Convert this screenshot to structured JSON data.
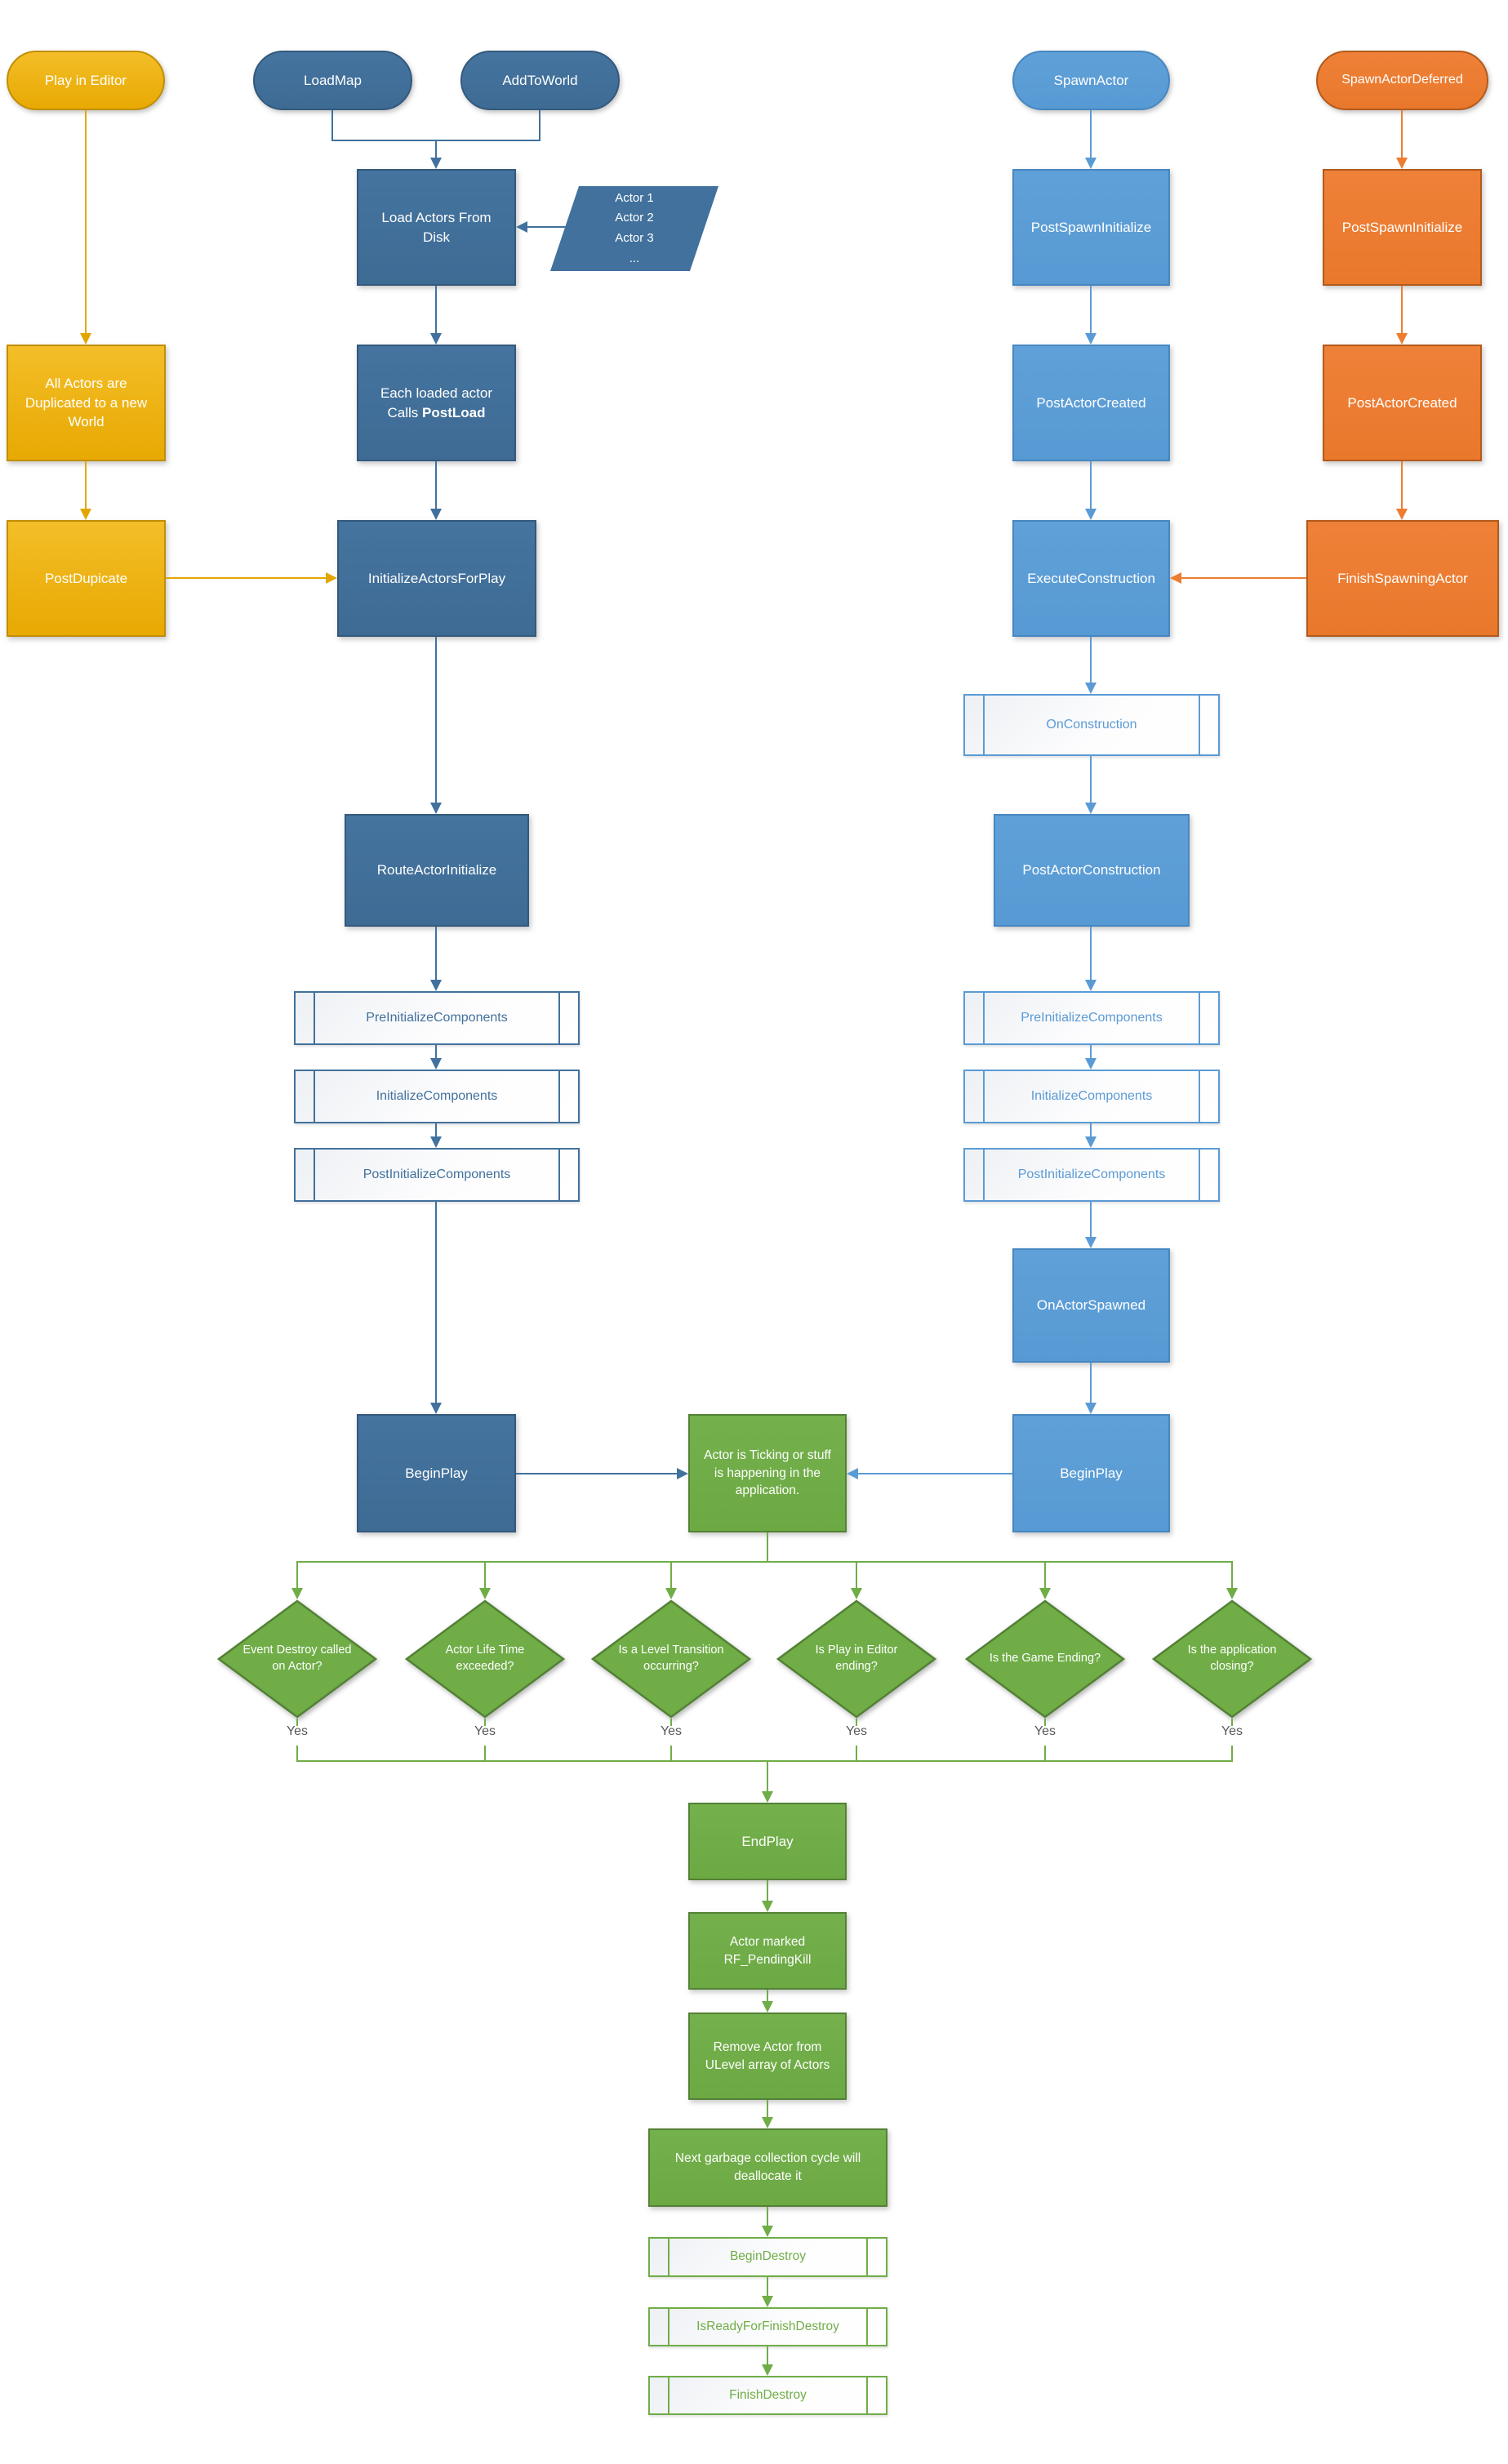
{
  "palette": {
    "background": "#FFFFFF",
    "gold": "#EDB10F",
    "gold_border": "#C08E06",
    "dark_blue": "#41719C",
    "dark_blue_border": "#34597C",
    "light_blue": "#5B9BD5",
    "light_blue_border": "#4787C1",
    "orange": "#ED7D31",
    "orange_border": "#B25A1D",
    "green": "#70AD47",
    "green_border": "#538135",
    "yes_label_color": "#595959"
  },
  "nodes": {
    "play_in_editor": "Play in Editor",
    "loadmap": "LoadMap",
    "addtoworld": "AddToWorld",
    "spawnactor": "SpawnActor",
    "spawnactordeferred": "SpawnActorDeferred",
    "load_actors_from_disk": "Load Actors From Disk",
    "actor_list": [
      "Actor 1",
      "Actor 2",
      "Actor 3",
      "..."
    ],
    "post_spawn_initialize_blue": "PostSpawnInitialize",
    "post_spawn_initialize_orange": "PostSpawnInitialize",
    "all_actors_duplicated": "All Actors are Duplicated to a new World",
    "each_loaded_line1": "Each loaded actor",
    "each_loaded_calls": "Calls",
    "each_loaded_bold": "PostLoad",
    "post_actor_created_blue": "PostActorCreated",
    "post_actor_created_orange": "PostActorCreated",
    "post_dupicate": "PostDupicate",
    "initialize_actors_for_play": "InitializeActorsForPlay",
    "execute_construction": "ExecuteConstruction",
    "finish_spawning_actor": "FinishSpawningActor",
    "on_construction": "OnConstruction",
    "route_actor_initialize": "RouteActorInitialize",
    "post_actor_construction": "PostActorConstruction",
    "pre_initialize_components_left": "PreInitializeComponents",
    "initialize_components_left": "InitializeComponents",
    "post_initialize_components_left": "PostInitializeComponents",
    "pre_initialize_components_right": "PreInitializeComponents",
    "initialize_components_right": "InitializeComponents",
    "post_initialize_components_right": "PostInitializeComponents",
    "on_actor_spawned": "OnActorSpawned",
    "begin_play_left": "BeginPlay",
    "begin_play_right": "BeginPlay",
    "actor_ticking": "Actor is Ticking or stuff is happening in the application.",
    "end_play": "EndPlay",
    "actor_marked_pendingkill": "Actor marked RF_PendingKill",
    "remove_actor_ulevel": "Remove Actor from ULevel array of Actors",
    "next_gc_deallocate": "Next garbage collection cycle will deallocate it",
    "begin_destroy": "BeginDestroy",
    "is_ready_for_finish_destroy": "IsReadyForFinishDestroy",
    "finish_destroy": "FinishDestroy"
  },
  "decisions": [
    {
      "label": "Event Destroy called on Actor?",
      "yes": "Yes"
    },
    {
      "label": "Actor Life Time exceeded?",
      "yes": "Yes"
    },
    {
      "label": "Is a Level Transition occurring?",
      "yes": "Yes"
    },
    {
      "label": "Is Play in Editor ending?",
      "yes": "Yes"
    },
    {
      "label": "Is the Game Ending?",
      "yes": "Yes"
    },
    {
      "label": "Is the application closing?",
      "yes": "Yes"
    }
  ]
}
